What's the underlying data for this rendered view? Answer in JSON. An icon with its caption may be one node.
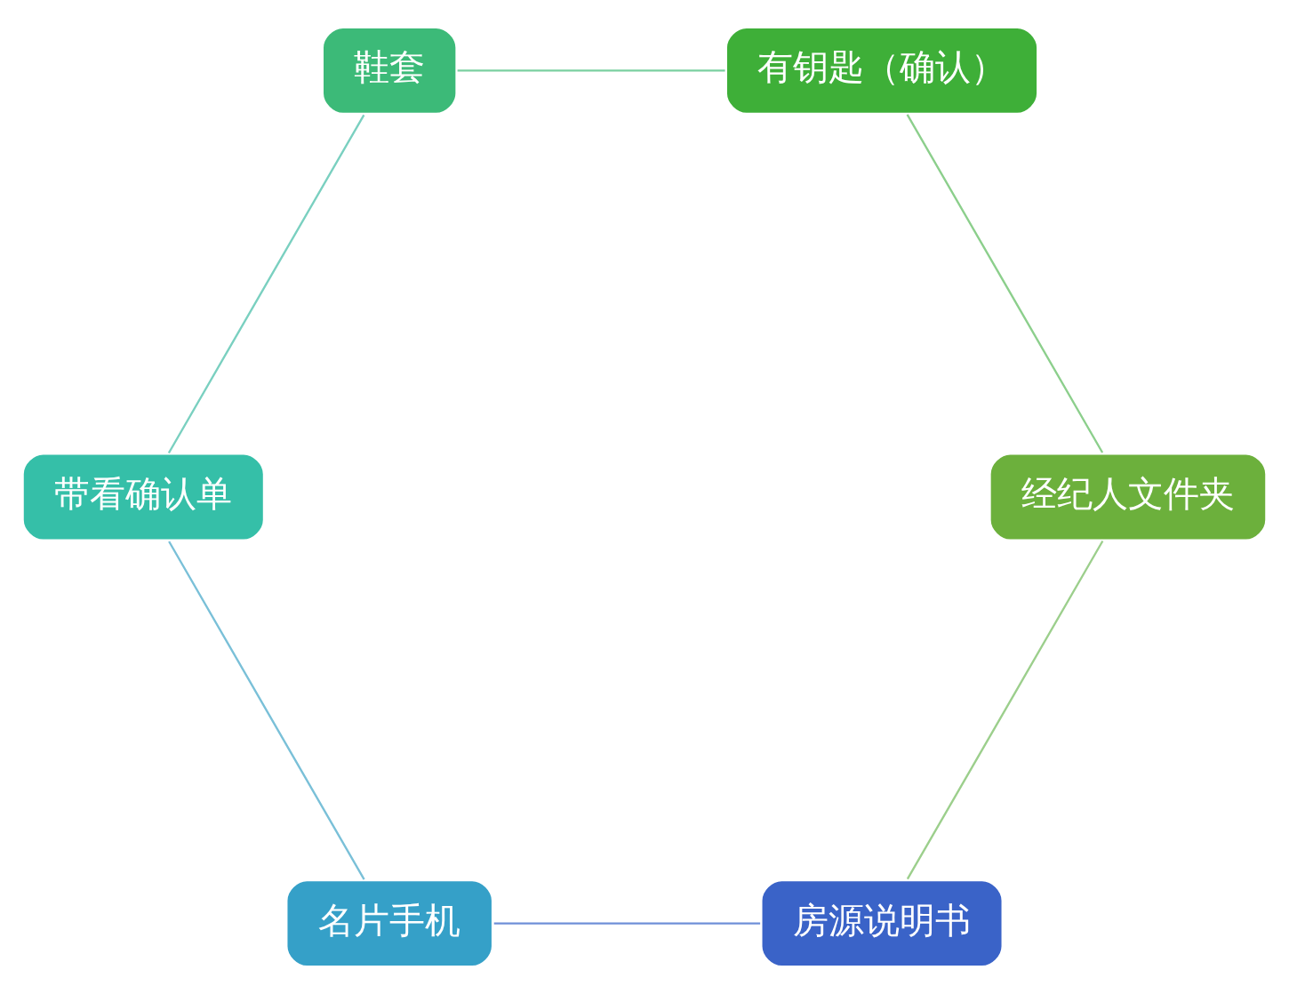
{
  "diagram": {
    "nodes": [
      {
        "text": [
          "房源说明书"
        ]
      },
      {
        "text": [
          "名片手机"
        ]
      },
      {
        "text": [
          "带看确认单"
        ]
      },
      {
        "text": [
          "鞋套"
        ]
      },
      {
        "text": [
          "有钥匙（确认）"
        ]
      },
      {
        "text": [
          "经纪人文件夹"
        ]
      }
    ],
    "edges": [
      {
        "from": 0,
        "to": 1,
        "arrow": "none"
      },
      {
        "from": 1,
        "to": 2,
        "arrow": "none"
      },
      {
        "from": 2,
        "to": 3,
        "arrow": "none"
      },
      {
        "from": 3,
        "to": 4,
        "arrow": "none"
      },
      {
        "from": 4,
        "to": 5,
        "arrow": "none"
      },
      {
        "from": 5,
        "to": 0,
        "arrow": "none"
      }
    ]
  }
}
